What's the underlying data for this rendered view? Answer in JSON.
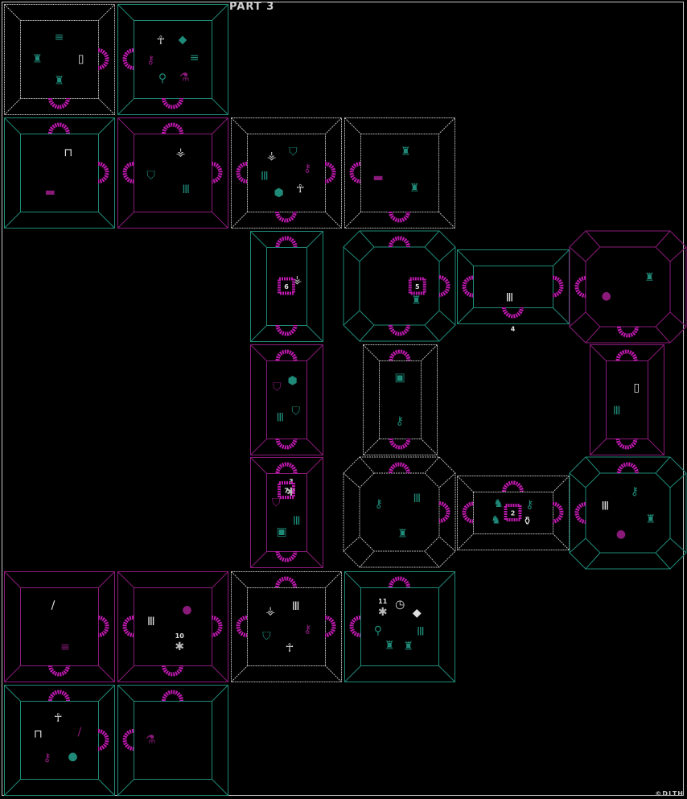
{
  "title": "PART 3",
  "credit": "©DLTH",
  "colors": {
    "background": "#000000",
    "teal": "#1f8a78",
    "magenta": "#8a1a7a",
    "grey": "#b8b8b8",
    "door": "#c01ab0",
    "item_white": "#e0e0e0"
  },
  "rooms": [
    {
      "id": "r1",
      "row": 0,
      "col": 0,
      "shape": "square",
      "wall": "grey",
      "doors": [
        "right",
        "bottom"
      ],
      "items": [
        {
          "name": "scroll",
          "color": "item_white"
        },
        {
          "name": "gargoyle",
          "color": "teal"
        },
        {
          "name": "gargoyle",
          "color": "teal"
        },
        {
          "name": "grate-door",
          "color": "teal"
        }
      ]
    },
    {
      "id": "r2",
      "row": 0,
      "col": 1,
      "shape": "square",
      "wall": "teal",
      "doors": [
        "left",
        "bottom"
      ],
      "items": [
        {
          "name": "potion",
          "color": "magenta"
        },
        {
          "name": "mirror",
          "color": "teal"
        },
        {
          "name": "key",
          "color": "magenta"
        },
        {
          "name": "mummy",
          "color": "item_white"
        },
        {
          "name": "leaf",
          "color": "teal"
        },
        {
          "name": "grate-door",
          "color": "teal"
        }
      ]
    },
    {
      "id": "r3",
      "row": 1,
      "col": 0,
      "shape": "square",
      "wall": "teal",
      "doors": [
        "top",
        "right"
      ],
      "items": [
        {
          "name": "table",
          "color": "magenta"
        },
        {
          "name": "anvil",
          "color": "item_white"
        }
      ]
    },
    {
      "id": "r4",
      "row": 1,
      "col": 1,
      "shape": "square",
      "wall": "magenta",
      "doors": [
        "top",
        "left",
        "right"
      ],
      "items": [
        {
          "name": "shield-trap",
          "color": "teal"
        },
        {
          "name": "winged-door",
          "color": "grey"
        },
        {
          "name": "gate",
          "color": "teal"
        }
      ]
    },
    {
      "id": "r5",
      "row": 1,
      "col": 2,
      "shape": "square",
      "wall": "grey",
      "doors": [
        "left",
        "right",
        "bottom"
      ],
      "items": [
        {
          "name": "winged-door",
          "color": "grey"
        },
        {
          "name": "shield-trap",
          "color": "teal"
        },
        {
          "name": "key",
          "color": "magenta"
        },
        {
          "name": "mummy",
          "color": "item_white"
        },
        {
          "name": "rock",
          "color": "teal"
        },
        {
          "name": "gate",
          "color": "teal"
        }
      ]
    },
    {
      "id": "r6",
      "row": 1,
      "col": 3,
      "shape": "square",
      "wall": "grey",
      "doors": [
        "left",
        "bottom"
      ],
      "items": [
        {
          "name": "gargoyle",
          "color": "teal"
        },
        {
          "name": "gargoyle",
          "color": "teal"
        },
        {
          "name": "table",
          "color": "magenta"
        }
      ]
    },
    {
      "id": "r7",
      "label": "6",
      "shape": "tall",
      "wall": "teal",
      "doors": [
        "top",
        "bottom"
      ],
      "items": [
        {
          "name": "winged-door",
          "color": "grey"
        }
      ]
    },
    {
      "id": "r8",
      "label": "5",
      "shape": "octagon",
      "wall": "teal",
      "doors": [
        "top",
        "right",
        "bottom"
      ],
      "items": [
        {
          "name": "gargoyle",
          "color": "teal"
        }
      ]
    },
    {
      "id": "r9",
      "label": "4",
      "shape": "wide",
      "wall": "teal",
      "doors": [
        "left",
        "right",
        "bottom"
      ],
      "items": [
        {
          "name": "gate",
          "color": "item_white"
        }
      ]
    },
    {
      "id": "r10",
      "shape": "octagon",
      "wall": "magenta",
      "doors": [
        "left",
        "bottom"
      ],
      "items": [
        {
          "name": "pot",
          "color": "magenta"
        },
        {
          "name": "gargoyle",
          "color": "teal"
        }
      ]
    },
    {
      "id": "r11",
      "shape": "tall",
      "wall": "magenta",
      "doors": [
        "top",
        "bottom"
      ],
      "items": [
        {
          "name": "shield-trap",
          "color": "magenta"
        },
        {
          "name": "rock",
          "color": "teal"
        },
        {
          "name": "shield-trap",
          "color": "teal"
        },
        {
          "name": "gate",
          "color": "teal"
        }
      ]
    },
    {
      "id": "r12",
      "shape": "tall",
      "wall": "grey",
      "doors": [
        "top",
        "bottom"
      ],
      "items": [
        {
          "name": "barrel-door",
          "color": "teal"
        },
        {
          "name": "key",
          "color": "teal"
        }
      ]
    },
    {
      "id": "r13",
      "shape": "tall",
      "wall": "magenta",
      "doors": [
        "top",
        "bottom"
      ],
      "items": [
        {
          "name": "scroll",
          "color": "item_white"
        },
        {
          "name": "gate",
          "color": "teal"
        }
      ]
    },
    {
      "id": "r14",
      "label": "7",
      "shape": "tall",
      "wall": "magenta",
      "doors": [
        "top",
        "bottom"
      ],
      "items": [
        {
          "name": "gate",
          "color": "teal"
        },
        {
          "name": "barrel-door",
          "color": "teal"
        },
        {
          "name": "shield-trap",
          "color": "magenta"
        },
        {
          "name": "spider",
          "color": "grey",
          "label": "3"
        }
      ]
    },
    {
      "id": "r15",
      "shape": "octagon",
      "wall": "grey",
      "doors": [
        "top",
        "right"
      ],
      "items": [
        {
          "name": "gargoyle",
          "color": "teal"
        },
        {
          "name": "key",
          "color": "teal"
        },
        {
          "name": "gate",
          "color": "teal"
        }
      ]
    },
    {
      "id": "r16",
      "label": "2",
      "shape": "wide",
      "wall": "grey",
      "doors": [
        "top",
        "left",
        "right"
      ],
      "items": [
        {
          "name": "knight",
          "color": "teal"
        },
        {
          "name": "knight",
          "color": "teal"
        },
        {
          "name": "key",
          "color": "teal"
        },
        {
          "name": "bottle",
          "color": "item_white"
        }
      ]
    },
    {
      "id": "r17",
      "shape": "octagon",
      "wall": "teal",
      "doors": [
        "top",
        "left"
      ],
      "items": [
        {
          "name": "gate",
          "color": "item_white"
        },
        {
          "name": "key",
          "color": "teal"
        },
        {
          "name": "gargoyle",
          "color": "teal"
        },
        {
          "name": "pot",
          "color": "magenta"
        }
      ]
    },
    {
      "id": "r18",
      "shape": "square",
      "wall": "magenta",
      "doors": [
        "right",
        "bottom"
      ],
      "items": [
        {
          "name": "candle",
          "color": "item_white"
        },
        {
          "name": "grate-door",
          "color": "magenta"
        }
      ]
    },
    {
      "id": "r19",
      "shape": "square",
      "wall": "magenta",
      "doors": [
        "left",
        "right",
        "bottom"
      ],
      "items": [
        {
          "name": "pot",
          "color": "magenta"
        },
        {
          "name": "spider",
          "color": "grey",
          "label": "10"
        },
        {
          "name": "gate",
          "color": "item_white"
        }
      ]
    },
    {
      "id": "r20",
      "shape": "square",
      "wall": "grey",
      "doors": [
        "top",
        "left",
        "right"
      ],
      "items": [
        {
          "name": "key",
          "color": "magenta"
        },
        {
          "name": "mummy",
          "color": "item_white"
        },
        {
          "name": "shield-trap",
          "color": "teal"
        },
        {
          "name": "winged-door",
          "color": "grey"
        },
        {
          "name": "gate",
          "color": "item_white"
        }
      ]
    },
    {
      "id": "r21",
      "shape": "square",
      "wall": "teal",
      "doors": [
        "top",
        "left"
      ],
      "items": [
        {
          "name": "gargoyle",
          "color": "teal"
        },
        {
          "name": "gargoyle",
          "color": "teal"
        },
        {
          "name": "mirror",
          "color": "teal"
        },
        {
          "name": "spider",
          "color": "grey",
          "label": "11"
        },
        {
          "name": "clock",
          "color": "item_white"
        },
        {
          "name": "leaf",
          "color": "item_white"
        },
        {
          "name": "gate",
          "color": "teal"
        }
      ]
    },
    {
      "id": "r22",
      "shape": "square",
      "wall": "teal",
      "doors": [
        "top",
        "right"
      ],
      "items": [
        {
          "name": "key",
          "color": "magenta"
        },
        {
          "name": "anvil",
          "color": "item_white"
        },
        {
          "name": "mummy",
          "color": "item_white"
        },
        {
          "name": "candle",
          "color": "magenta"
        },
        {
          "name": "apple",
          "color": "teal"
        }
      ]
    },
    {
      "id": "r23",
      "shape": "square",
      "wall": "teal",
      "doors": [
        "top",
        "left"
      ],
      "items": [
        {
          "name": "potion",
          "color": "magenta"
        }
      ]
    }
  ]
}
